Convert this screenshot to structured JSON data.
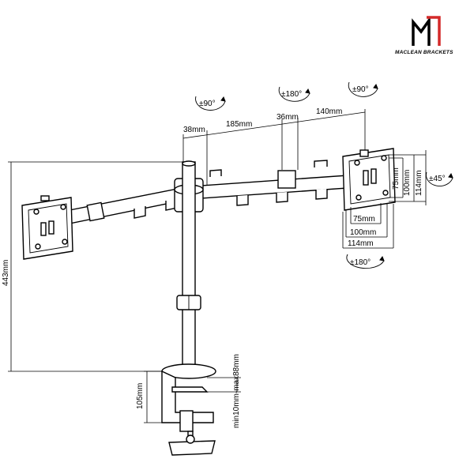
{
  "brand": {
    "text": "MACLEAN BRACKETS"
  },
  "rotation": {
    "left_arm": "±90°",
    "center": "±180°",
    "right_arm": "±90°",
    "bottom": "±180°",
    "tilt": "±45°"
  },
  "top_dimensions": {
    "d38": "38mm",
    "d185": "185mm",
    "d36": "36mm",
    "d140": "140mm"
  },
  "vesa": {
    "h75": "75mm",
    "h100": "100mm",
    "h114": "114mm",
    "v75": "75mm",
    "v100": "100mm",
    "v114": "114mm"
  },
  "height": {
    "pole": "443mm",
    "clamp": "105mm",
    "desk": "min10mm-max88mm"
  }
}
